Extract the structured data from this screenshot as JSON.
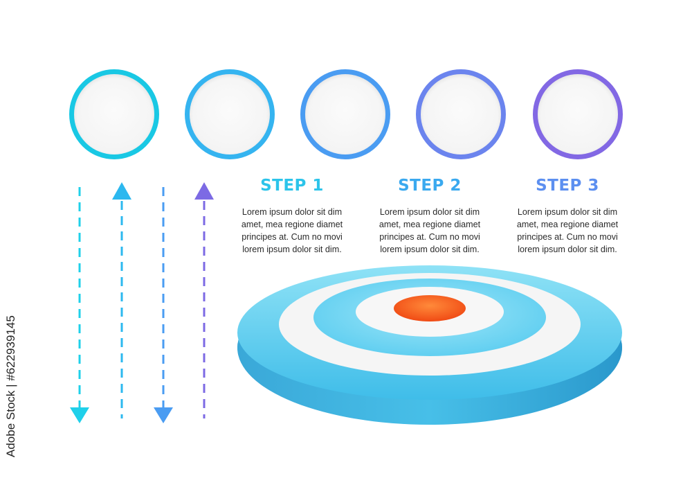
{
  "circles": [
    {
      "color": "#19c8e4"
    },
    {
      "color": "#35b4f0"
    },
    {
      "color": "#4a9cf2"
    },
    {
      "color": "#6b84ee"
    },
    {
      "color": "#8268e4"
    }
  ],
  "arrows": [
    {
      "direction": "down",
      "color": "#1fd0ea"
    },
    {
      "direction": "up",
      "color": "#2cb8ef"
    },
    {
      "direction": "down",
      "color": "#4a9cf2"
    },
    {
      "direction": "up",
      "color": "#7c6ae4"
    }
  ],
  "steps": [
    {
      "title": "STEP 1",
      "color": "#2cc4ea",
      "text": "Lorem ipsum dolor sit dim\namet, mea regione diamet\nprincipes at. Cum no movi\nlorem ipsum dolor sit dim."
    },
    {
      "title": "STEP 2",
      "color": "#3aa9ef",
      "text": "Lorem ipsum dolor sit dim\namet, mea regione diamet\nprincipes at. Cum no movi\nlorem ipsum dolor sit dim."
    },
    {
      "title": "STEP 3",
      "color": "#5c8ff0",
      "text": "Lorem ipsum dolor sit dim\namet, mea regione diamet\nprincipes at. Cum no movi\nlorem ipsum dolor sit dim."
    }
  ],
  "target": {
    "ring_color": "#3fc3ec",
    "inner_color": "#7fdcf3",
    "bullseye_color": "#f45b1c",
    "white": "#f7f7f7"
  },
  "watermark": "Adobe Stock | #622939145"
}
